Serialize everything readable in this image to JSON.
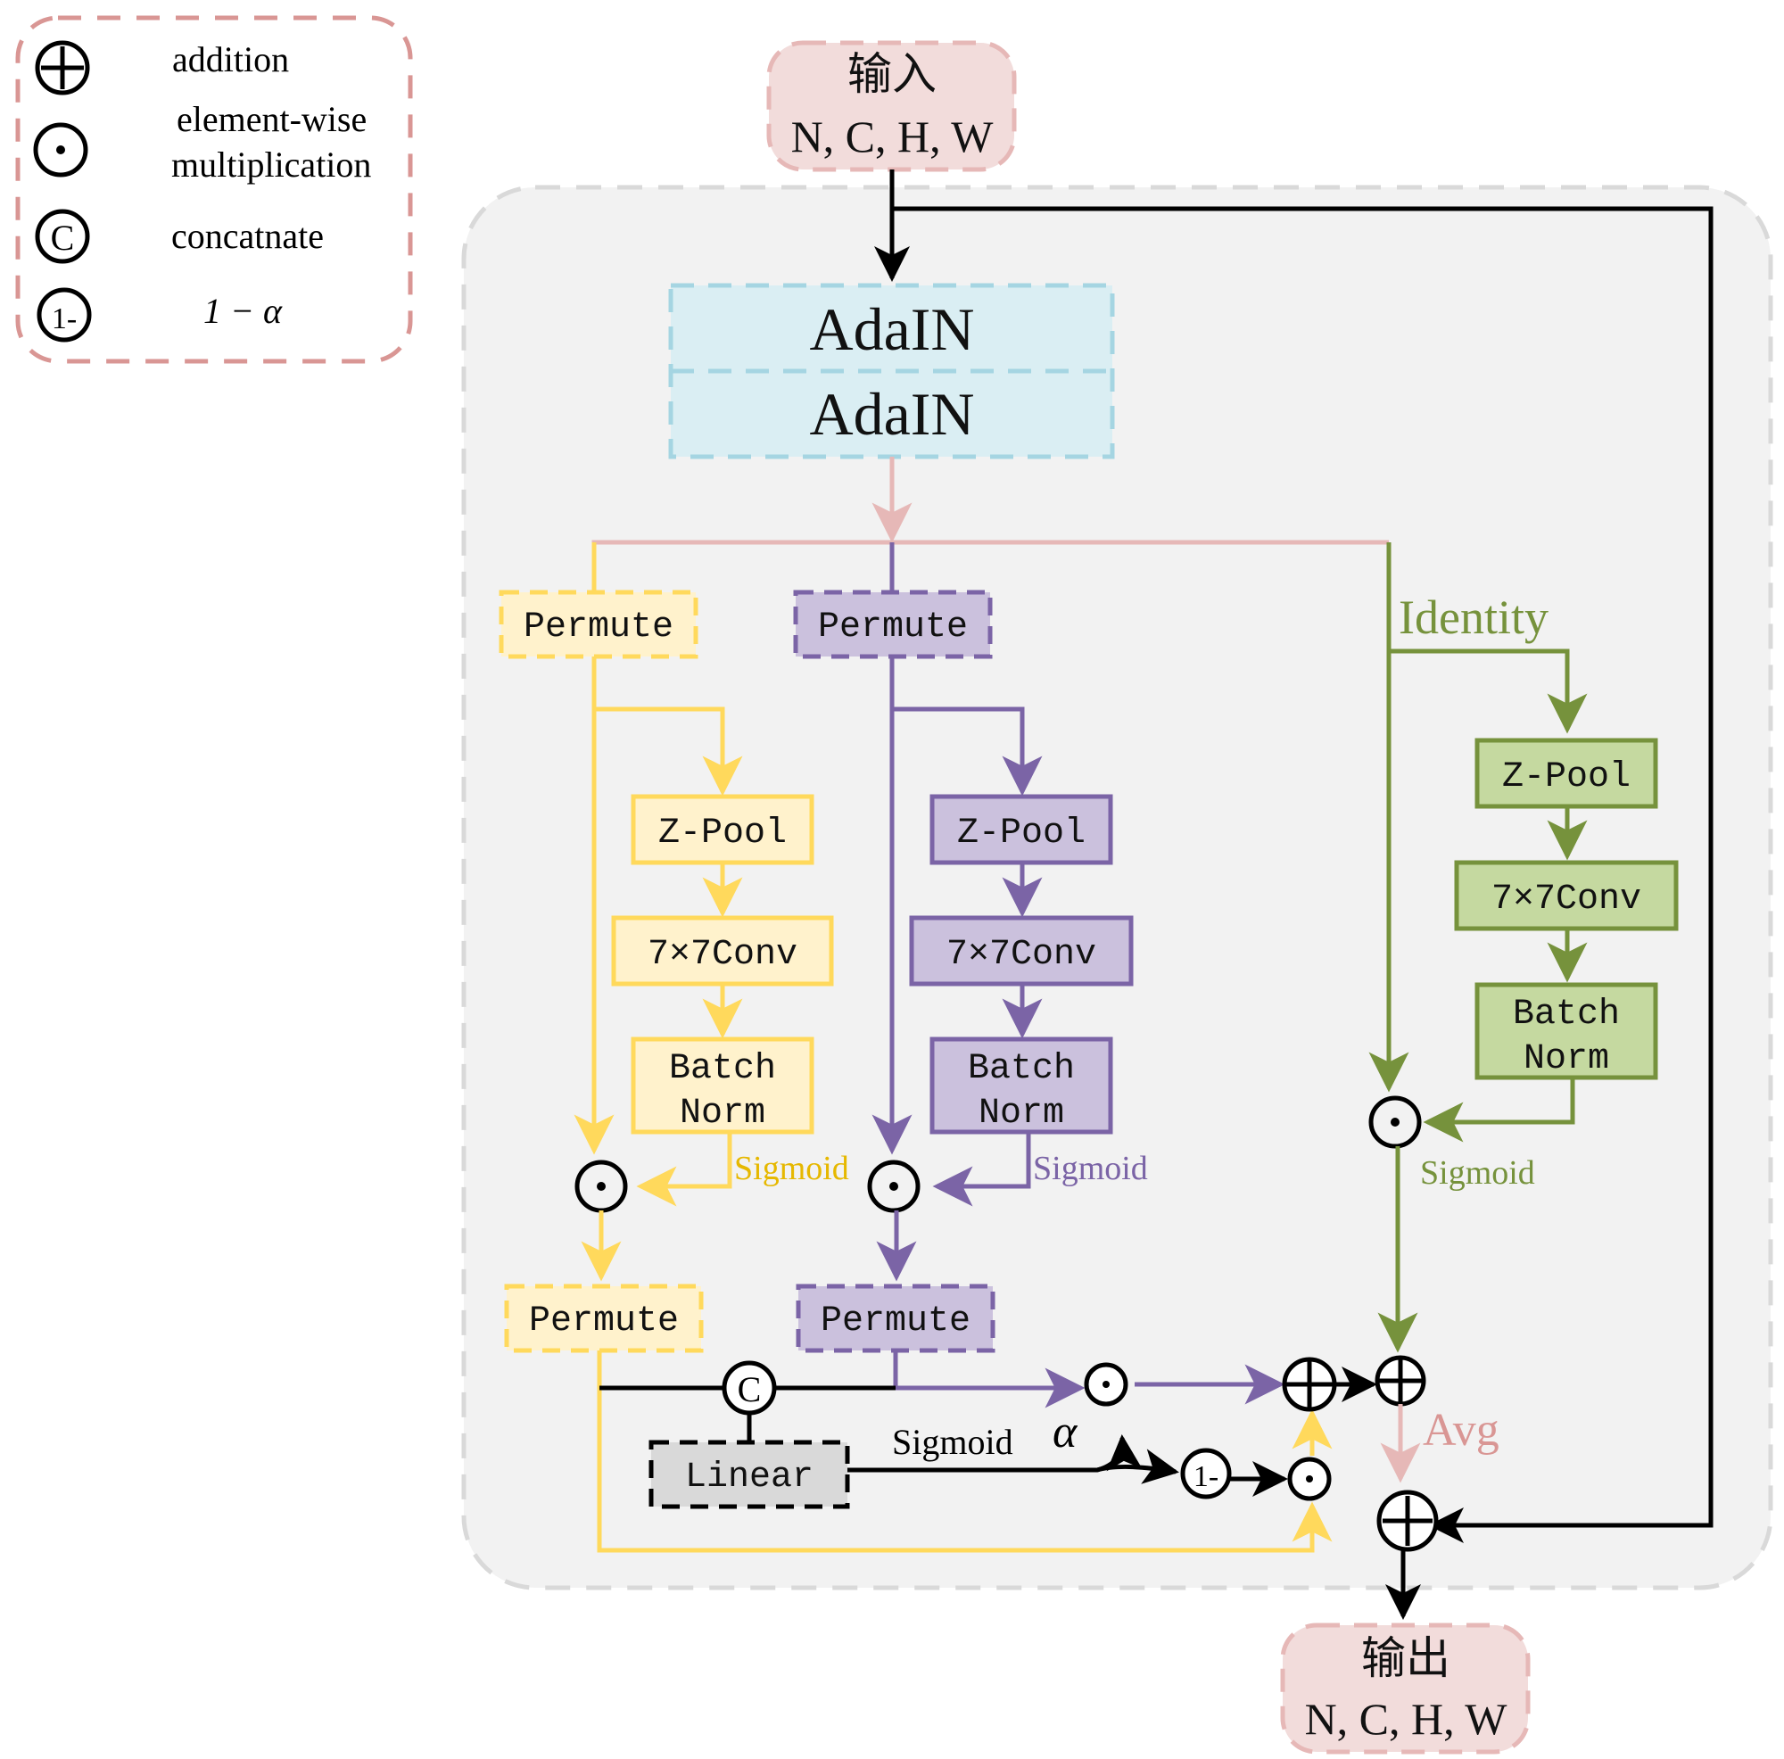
{
  "legend": {
    "items": [
      {
        "icon": "circle-plus-icon",
        "symbol": "+",
        "label": "addition"
      },
      {
        "icon": "circle-dot-icon",
        "symbol": "·",
        "label_line1": "element-wise",
        "label_line2": "multiplication"
      },
      {
        "icon": "circle-c-icon",
        "symbol": "C",
        "label": "concatnate"
      },
      {
        "icon": "circle-one-minus-icon",
        "symbol": "1-",
        "label": "1 − α"
      }
    ]
  },
  "input": {
    "title": "输入",
    "shape": "N, C, H, W"
  },
  "output": {
    "title": "输出",
    "shape": "N, C, H, W"
  },
  "adain": {
    "top": "AdaIN",
    "bottom": "AdaIN"
  },
  "branches": {
    "yellow": {
      "color": "#FFD95C",
      "fill": "#FFF2CC",
      "permute_in": "Permute",
      "zpool": "Z-Pool",
      "conv": "7×7Conv",
      "bn_line1": "Batch",
      "bn_line2": "Norm",
      "sigmoid": "Sigmoid",
      "permute_out": "Permute"
    },
    "purple": {
      "color": "#7B64A6",
      "fill": "#CBC1DD",
      "permute_in": "Permute",
      "zpool": "Z-Pool",
      "conv": "7×7Conv",
      "bn_line1": "Batch",
      "bn_line2": "Norm",
      "sigmoid": "Sigmoid",
      "permute_out": "Permute"
    },
    "green": {
      "color": "#76923C",
      "fill": "#C5D9A0",
      "identity": "Identity",
      "zpool": "Z-Pool",
      "conv": "7×7Conv",
      "bn_line1": "Batch",
      "bn_line2": "Norm",
      "sigmoid": "Sigmoid"
    }
  },
  "fusion": {
    "linear": "Linear",
    "sigmoid": "Sigmoid",
    "alpha": "α",
    "one_minus": "1-",
    "concat": "C",
    "avg": "Avg"
  },
  "colors": {
    "pink_border": "#D99694",
    "pink_fill": "#F2DCDB",
    "adain_border": "#A5D5E2",
    "adain_fill": "#DAEEF3",
    "panel_fill": "#F2F2F2",
    "panel_border": "#D9D9D9",
    "avg_color": "#D99694"
  }
}
